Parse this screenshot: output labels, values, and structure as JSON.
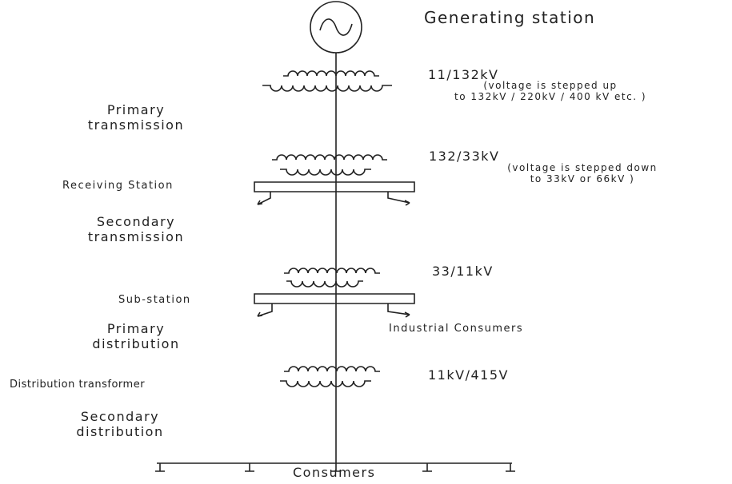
{
  "title": "Generating station",
  "transformers": [
    {
      "rating": "11/132kV",
      "note_line1": "(voltage is stepped up",
      "note_line2": "to 132kV / 220kV / 400 kV etc. )"
    },
    {
      "rating": "132/33kV",
      "note_line1": "(voltage is stepped down",
      "note_line2": "to 33kV or 66kV )"
    },
    {
      "rating": "33/11kV"
    },
    {
      "rating": "11kV/415V"
    }
  ],
  "stages": {
    "primary_transmission": [
      "Primary",
      "transmission"
    ],
    "secondary_transmission": [
      "Secondary",
      "transmission"
    ],
    "primary_distribution": [
      "Primary",
      "distribution"
    ],
    "secondary_distribution": [
      "Secondary",
      "distribution"
    ]
  },
  "stations": {
    "receiving": "Receiving Station",
    "substation": "Sub-station",
    "distribution_transformer": "Distribution transformer",
    "industrial": "Industrial Consumers"
  },
  "consumers": "Consumers"
}
